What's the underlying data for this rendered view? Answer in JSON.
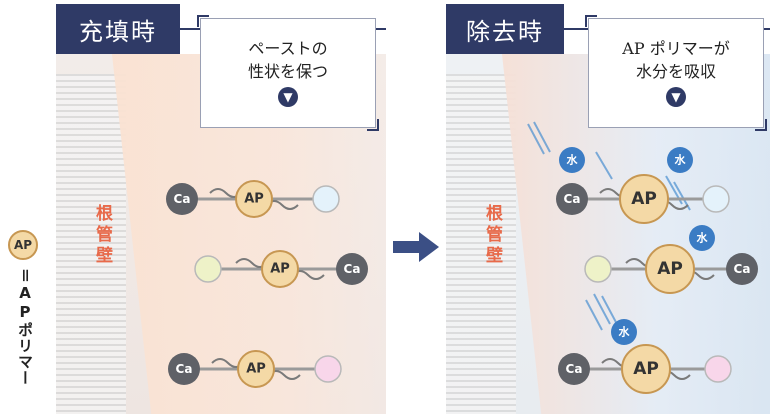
{
  "legend": {
    "symbol": "AP",
    "text": "＝APポリマー"
  },
  "panels": [
    {
      "title": "充填時",
      "callout": "ペーストの\n性状を保つ",
      "wall_label": "根管壁",
      "molecules": [
        {
          "label_ap": "AP",
          "label_ca": "Ca",
          "ca_side": "left",
          "ball_color": "#e4f2fb"
        },
        {
          "label_ap": "AP",
          "label_ca": "Ca",
          "ca_side": "right",
          "ball_color": "#eef2c8"
        },
        {
          "label_ap": "AP",
          "label_ca": "Ca",
          "ca_side": "left",
          "ball_color": "#f8d6ea"
        }
      ]
    },
    {
      "title": "除去時",
      "callout": "AP ポリマーが\n水分を吸収",
      "wall_label": "根管壁",
      "water_label": "水",
      "molecules": [
        {
          "label_ap": "AP",
          "label_ca": "Ca",
          "ca_side": "left",
          "ball_color": "#e4f2fb"
        },
        {
          "label_ap": "AP",
          "label_ca": "Ca",
          "ca_side": "right",
          "ball_color": "#eef2c8"
        },
        {
          "label_ap": "AP",
          "label_ca": "Ca",
          "ca_side": "left",
          "ball_color": "#f8d6ea"
        }
      ]
    }
  ],
  "colors": {
    "header": "#2f3a66",
    "ap_fill": "#f4d9a6",
    "ap_stroke": "#c79752",
    "ca_fill": "#5f6167",
    "water": "#3b7cc4",
    "arrow": "#3b4f85",
    "wall_text": "#e86a4a"
  },
  "icons": {
    "callout": "arrow-down-circle-icon",
    "transition": "arrow-right-icon"
  }
}
